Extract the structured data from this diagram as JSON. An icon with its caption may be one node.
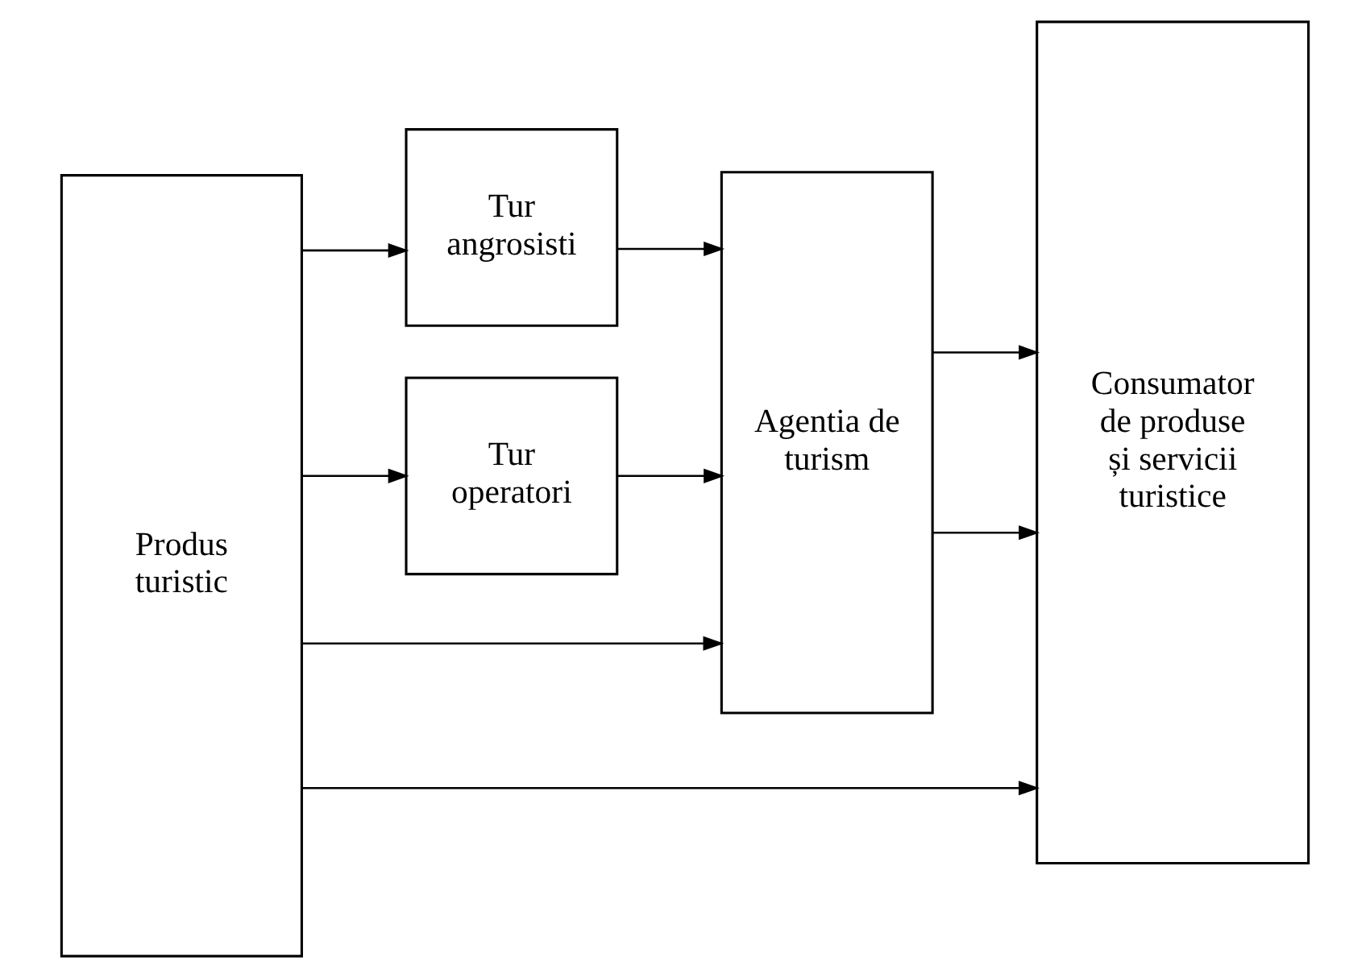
{
  "diagram": {
    "nodes": [
      {
        "text": [
          "Produs turistic"
        ]
      },
      {
        "text": [
          "Tur angrosisti"
        ]
      },
      {
        "text": [
          "Tur operatori"
        ]
      },
      {
        "text": [
          "Agentia de turism"
        ]
      },
      {
        "text": [
          "Consumator de produse și servicii turistice"
        ]
      }
    ],
    "edges": [
      {
        "from": 0,
        "to": 4,
        "arrow": "to"
      },
      {
        "from": 0,
        "to": 3,
        "arrow": "to"
      },
      {
        "from": 0,
        "to": 1,
        "arrow": "to"
      },
      {
        "from": 0,
        "to": 2,
        "arrow": "to"
      },
      {
        "from": 1,
        "to": 3,
        "arrow": "to"
      },
      {
        "from": 2,
        "to": 3,
        "arrow": "to"
      },
      {
        "from": 3,
        "to": 4,
        "arrow": "to"
      },
      {
        "from": 3,
        "to": 4,
        "arrow": "to"
      }
    ]
  }
}
